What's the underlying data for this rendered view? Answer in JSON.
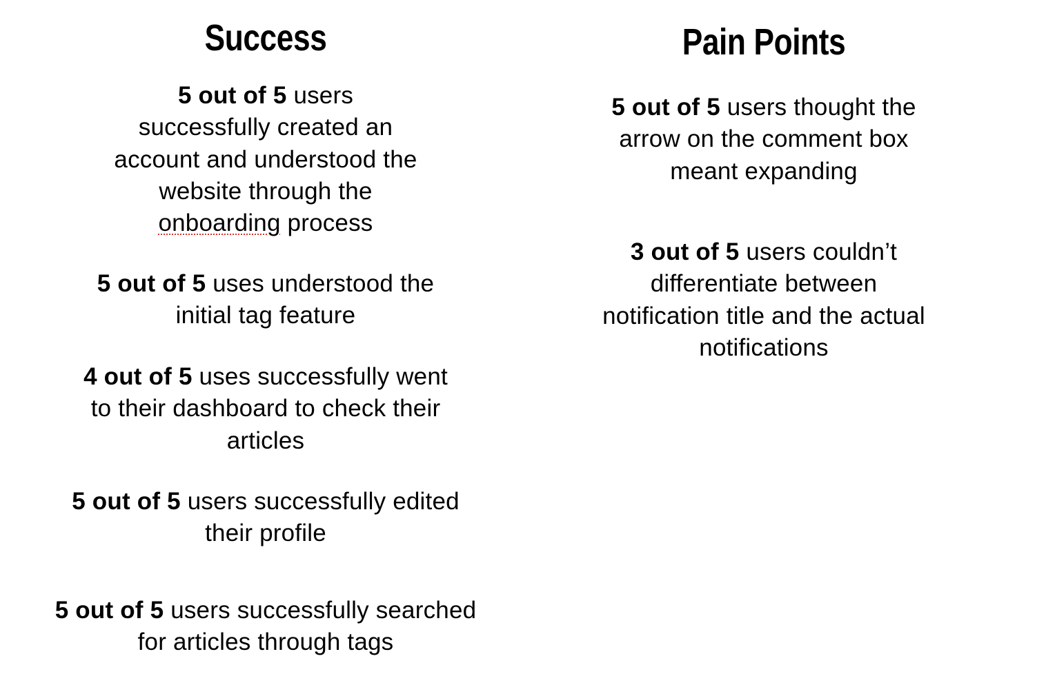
{
  "success": {
    "heading": "Success",
    "items": [
      {
        "stat": "5 out of 5",
        "text_a": " users successfully created an account and understood the website through the ",
        "text_flagged": "onboarding",
        "text_b": " process"
      },
      {
        "stat": "5 out of 5",
        "text": " uses understood the initial tag feature"
      },
      {
        "stat": "4 out of 5",
        "text": " uses successfully went to their dashboard to check their articles"
      },
      {
        "stat": "5 out of 5",
        "text": " users successfully edited their profile"
      },
      {
        "stat": "5 out of 5",
        "text": " users successfully searched for articles through tags"
      }
    ]
  },
  "pain_points": {
    "heading": "Pain Points",
    "items": [
      {
        "stat": "5 out of 5",
        "text": " users thought the arrow on the comment box meant expanding"
      },
      {
        "stat": "3 out of 5",
        "text": " users couldn’t differentiate between notification title and the actual notifications"
      }
    ]
  },
  "colors": {
    "text": "#000000",
    "background": "#ffffff",
    "spellcheck_underline": "#d9342b"
  }
}
